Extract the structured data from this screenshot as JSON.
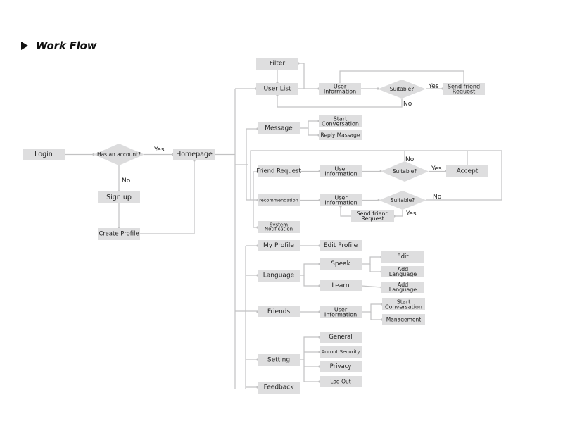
{
  "title": "Work Flow",
  "colors": {
    "node_fill": "#dededf",
    "connector": "#c2c2c3",
    "text": "#222222"
  },
  "nodes": {
    "login": "Login",
    "has_account": "Has an account?",
    "sign_up": "Sign up",
    "create_profile": "Create Profile",
    "homepage": "Homepage",
    "filter": "Filter",
    "user_list": "User List",
    "ul_user_info": [
      "User",
      "Information"
    ],
    "ul_suitable": "Suitable?",
    "ul_send_request": [
      "Send friend",
      "Request"
    ],
    "message": "Message",
    "start_conversation": [
      "Start",
      "Conversation"
    ],
    "reply_message": "Reply Massage",
    "friend_request": "Friend Request",
    "fr_user_info": [
      "User",
      "Information"
    ],
    "fr_suitable": "Suitable?",
    "accept": "Accept",
    "recommendation": "recommendation",
    "rec_user_info": [
      "User",
      "Information"
    ],
    "rec_suitable": "Suitable?",
    "rec_send_request": [
      "Send friend",
      "Request"
    ],
    "system_notification": [
      "System",
      "Notification"
    ],
    "my_profile": "My Profile",
    "edit_profile": "Edit Profile",
    "language": "Language",
    "speak": "Speak",
    "speak_edit": "Edit",
    "speak_add_language": [
      "Add",
      "Language"
    ],
    "learn": "Learn",
    "learn_add_language": [
      "Add",
      "Language"
    ],
    "friends": "Friends",
    "friends_user_info": [
      "User",
      "Information"
    ],
    "friends_start_conversation": [
      "Start",
      "Conversation"
    ],
    "management": "Management",
    "setting": "Setting",
    "general": "General",
    "account_security": "Accont Security",
    "privacy": "Privacy",
    "log_out": "Log Out",
    "feedback": "Feedback"
  },
  "edge_labels": {
    "yes": "Yes",
    "no": "No"
  }
}
